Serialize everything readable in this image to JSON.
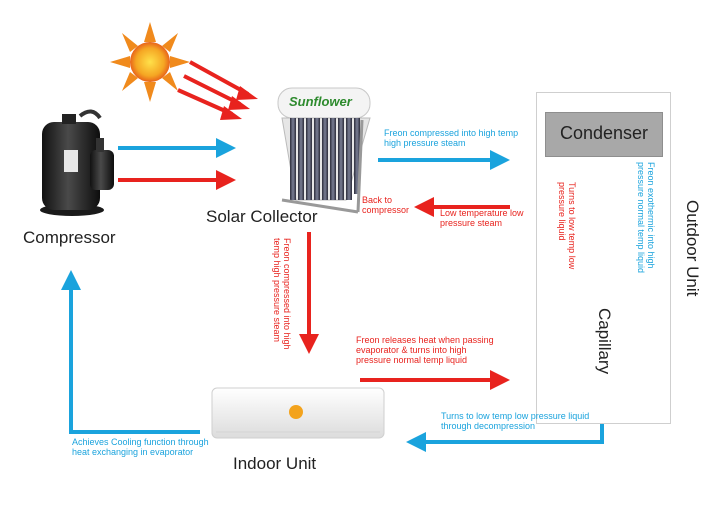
{
  "colors": {
    "red_arrow": "#e8231e",
    "blue_arrow": "#1aa3dd",
    "condenser_fill": "#a8a8a8"
  },
  "icons": [
    "sun-icon",
    "compressor-icon",
    "solar-collector-icon",
    "indoor-unit-icon",
    "capillary-coil-icon"
  ],
  "labels": {
    "solar_collector": "Solar Collector",
    "compressor": "Compressor",
    "indoor_unit": "Indoor Unit",
    "outdoor_unit": "Outdoor Unit",
    "condenser": "Condenser",
    "capillary": "Capillary",
    "brand": "Sunflower"
  },
  "notes": {
    "freon_compressed_steam": "Freon compressed into high temp high pressure steam",
    "back_to_compressor": "Back to compressor",
    "low_temp_steam": "Low temperature low pressure steam",
    "freon_compressed_vertical": "Freon compressed into high temp high pressure steam",
    "freon_exothermic": "Freon exothermic into high pressure normal temp liquid",
    "turns_low_temp": "Turns to low temp low pressure liquid",
    "freon_releases_heat": "Freon releases heat when passing evaporator & turns into high pressure normal temp liquid",
    "decompression": "Turns to low temp low pressure liquid through decompression",
    "achieves_cooling": "Achieves Cooling function through heat exchanging in evaporator"
  }
}
